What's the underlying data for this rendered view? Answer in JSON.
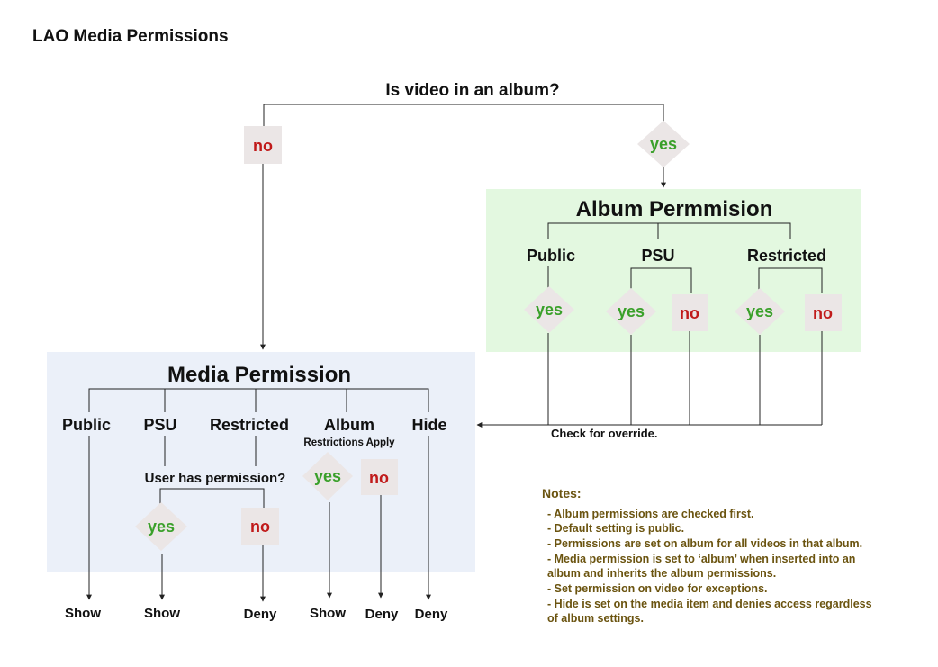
{
  "title": "LAO Media Permissions",
  "root_question": "Is video in an album?",
  "colors": {
    "yes": "#3aa02a",
    "no": "#c01a1a",
    "notes": "#6b5410",
    "album_panel": "#e3f8e0",
    "media_panel": "#ebf0f9",
    "decision_box": "#ebe6e6"
  },
  "answers": {
    "yes": "yes",
    "no": "no"
  },
  "album": {
    "title": "Album Permmision",
    "options": [
      "Public",
      "PSU",
      "Restricted"
    ],
    "check_override": "Check  for override."
  },
  "media": {
    "title": "Media Permission",
    "options": [
      "Public",
      "PSU",
      "Restricted",
      "Album",
      "Hide"
    ],
    "album_note": "Restrictions Apply",
    "user_question": "User has permission?"
  },
  "outcomes": [
    "Show",
    "Show",
    "Deny",
    "Show",
    "Deny",
    "Deny"
  ],
  "notes": {
    "heading": "Notes:",
    "items": [
      "- Album permissions are checked first.",
      "- Default setting is public.",
      "- Permissions are set on album for all videos in that album.",
      "- Media permission is set to ‘album’ when inserted into an",
      "album and inherits the album permissions.",
      "- Set permission on video for exceptions.",
      "- Hide is set on the media item and denies access regardless",
      "of album settings."
    ]
  }
}
